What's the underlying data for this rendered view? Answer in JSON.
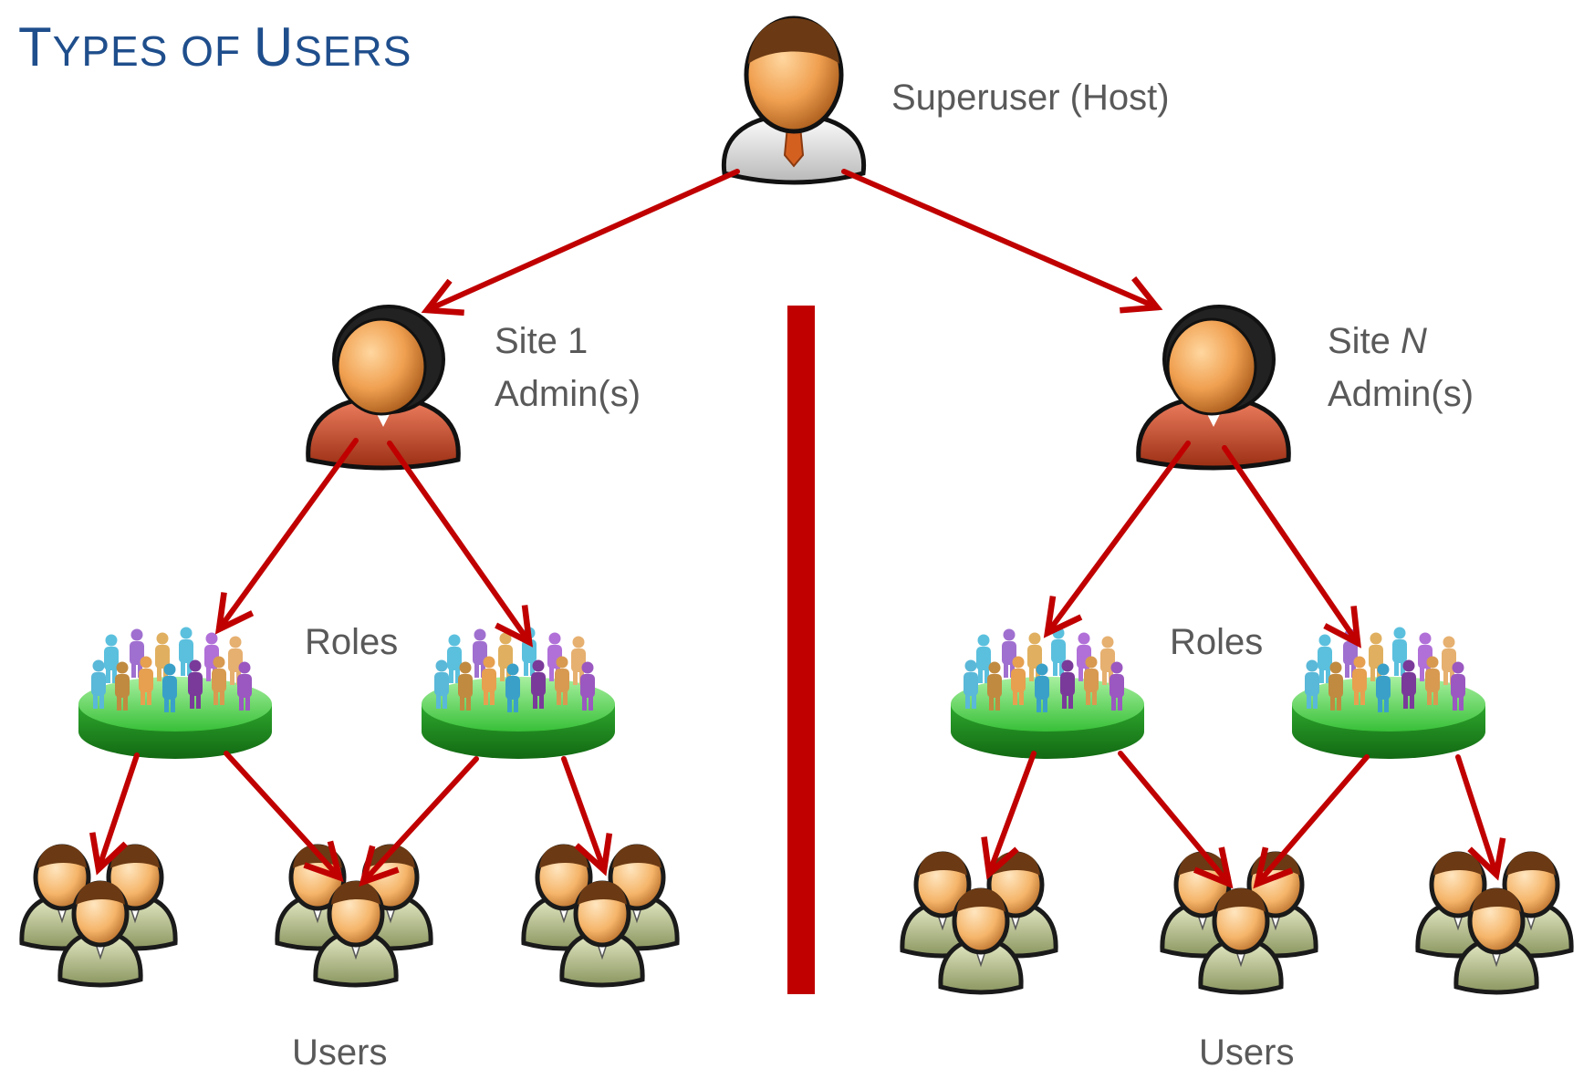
{
  "title": {
    "first_initial": "T",
    "first_rest": "YPES OF ",
    "second_initial": "U",
    "second_rest": "SERS"
  },
  "superuser_label": "Superuser (Host)",
  "site1": {
    "line1": "Site 1",
    "line2": "Admin(s)"
  },
  "siteN": {
    "line1_prefix": "Site ",
    "line1_italic": "N",
    "line2": "Admin(s)"
  },
  "roles_label": "Roles",
  "users_label": "Users",
  "colors": {
    "arrow": "#c00000",
    "divider": "#c00000",
    "title": "#1f4e8c",
    "label": "#595959",
    "platform": "#33bb33"
  }
}
